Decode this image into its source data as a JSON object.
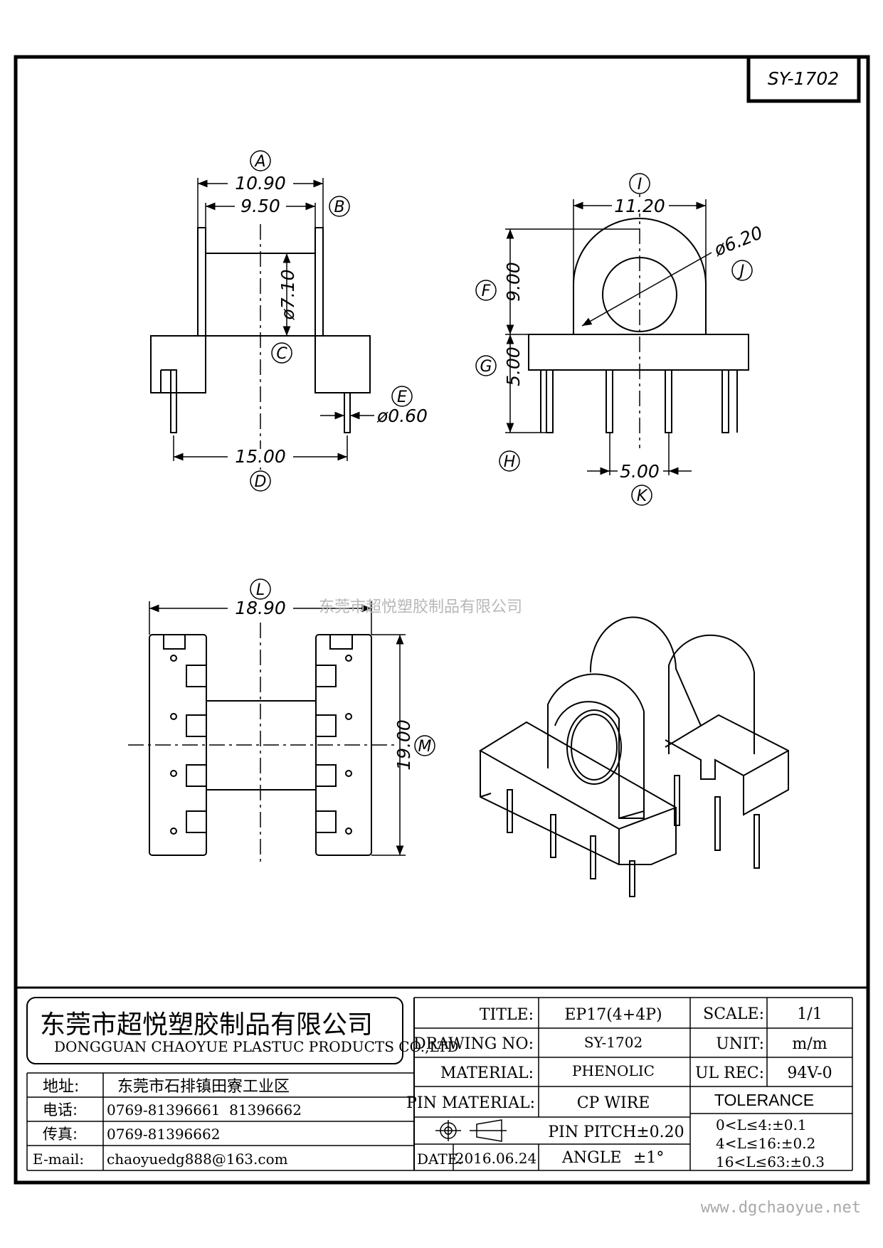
{
  "part_code": "SY-1702",
  "watermark": "东莞市超悦塑胶制品有限公司",
  "website": "www.dgchaoyue.net",
  "dimensions": {
    "A": "10.90",
    "B": "9.50",
    "C": "ø7.10",
    "D": "15.00",
    "E": "ø0.60",
    "F": "9.00",
    "G": "5.00",
    "I": "11.20",
    "J": "ø6.20",
    "K": "5.00",
    "L": "18.90",
    "M": "19.00"
  },
  "callouts": [
    "A",
    "B",
    "C",
    "D",
    "E",
    "F",
    "G",
    "H",
    "I",
    "J",
    "K",
    "L",
    "M"
  ],
  "title_block": {
    "company_cn": "东莞市超悦塑胶制品有限公司",
    "company_en": "DONGGUAN CHAOYUE PLASTUC PRODUCTS CO.,LTD",
    "address_label": "地址:",
    "address_value": "东莞市石排镇田寮工业区",
    "phone_label": "电话:",
    "phone_value": "0769-81396661  81396662",
    "fax_label": "传真:",
    "fax_value": "0769-81396662",
    "email_label": "E-mail:",
    "email_value": "chaoyuedg888@163.com",
    "title_label": "TITLE:",
    "title_value": "EP17(4+4P)",
    "drawing_no_label": "DRAWING NO:",
    "drawing_no_value": "SY-1702",
    "material_label": "MATERIAL:",
    "material_value": "PHENOLIC",
    "pin_material_label": "PIN MATERIAL:",
    "pin_material_value": "CP WIRE",
    "pin_pitch": "PIN PITCH±0.20",
    "date_label": "DATE:",
    "date_value": "2016.06.24",
    "angle_label": "ANGLE",
    "angle_value": "±1°",
    "scale_label": "SCALE:",
    "scale_value": "1/1",
    "unit_label": "UNIT:",
    "unit_value": "m/m",
    "ul_label": "UL REC:",
    "ul_value": "94V-0",
    "tolerance_title": "TOLERANCE",
    "tolerance_1": "0<L≤4:±0.1",
    "tolerance_2": "4<L≤16:±0.2",
    "tolerance_3": "16<L≤63:±0.3"
  }
}
